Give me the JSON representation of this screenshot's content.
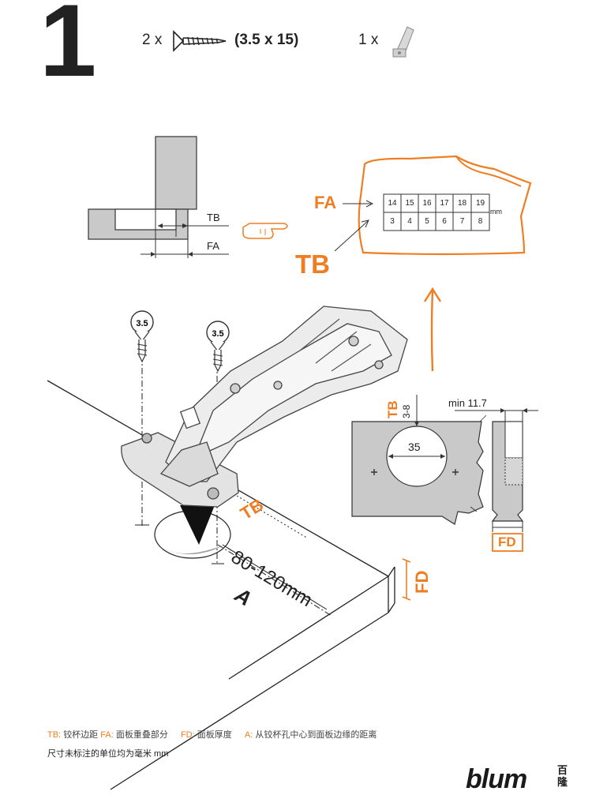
{
  "step": {
    "number": "1"
  },
  "parts": {
    "screw_qty": "2 x",
    "screw_size": "(3.5 x 15)",
    "hinge_qty": "1 x"
  },
  "detail_labels": {
    "tb": "TB",
    "fa": "FA",
    "fa_orange": "FA",
    "tb_orange": "TB",
    "fd_orange": "FD",
    "distance": "80-120mm",
    "a": "A",
    "tb_cup": "TB",
    "cup_dim_small": "3-8",
    "cup_diameter": "35",
    "min_dim": "min 11.7",
    "fd_bottom": "FD",
    "mm": "mm"
  },
  "table": {
    "row1": [
      "14",
      "15",
      "16",
      "17",
      "18",
      "19"
    ],
    "row2": [
      "3",
      "4",
      "5",
      "6",
      "7",
      "8"
    ],
    "unit": "mm"
  },
  "legend": {
    "tb_key": "TB:",
    "tb_text": "铰杯边距",
    "fa_key": "FA:",
    "fa_text": "面板重叠部分",
    "fd_key": "FD:",
    "fd_text": "面板厚度",
    "a_key": "A:",
    "a_text": "从铰杯孔中心到面板边缘的距离",
    "note": "尺寸未标注的单位均为毫米 mm"
  },
  "brand": {
    "logo": "blum",
    "cn": "百隆",
    "accent": "#ef7d22"
  }
}
